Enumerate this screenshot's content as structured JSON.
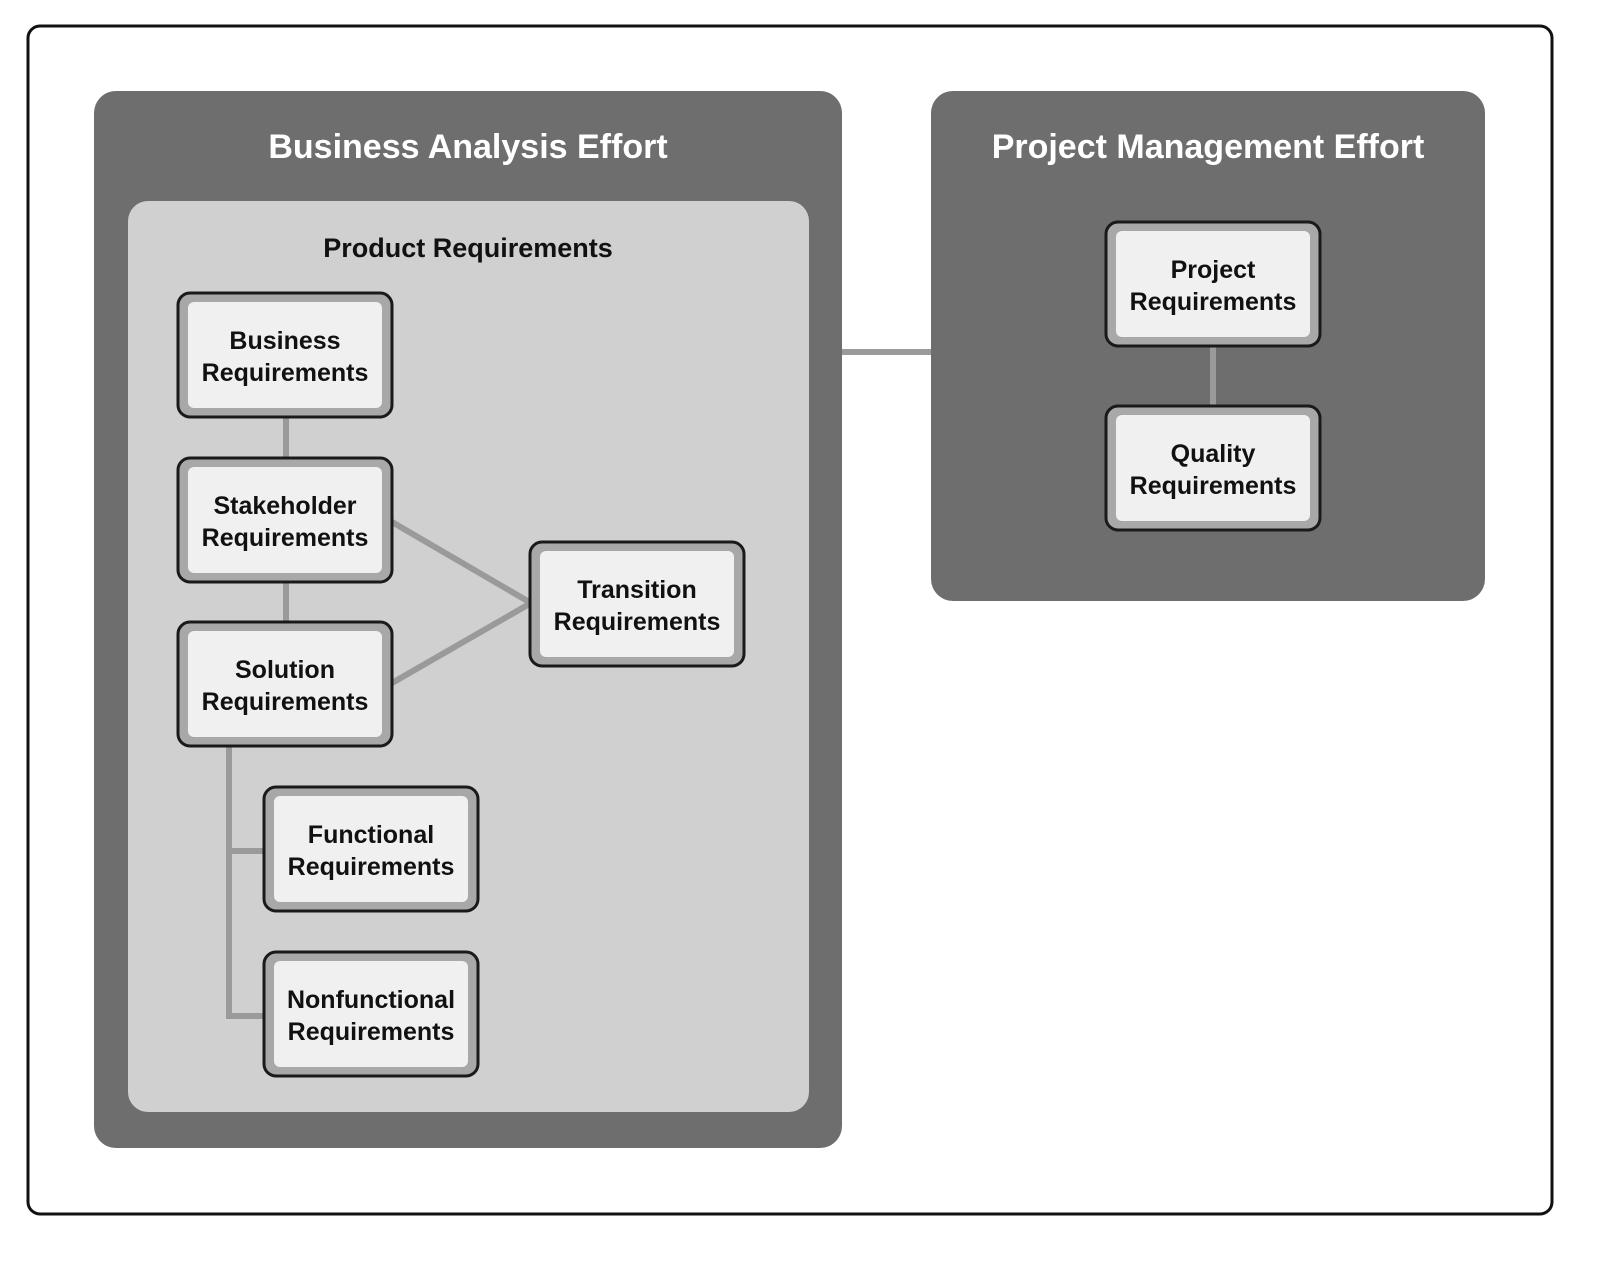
{
  "panels": {
    "business_analysis": {
      "title": "Business Analysis Effort"
    },
    "product_requirements": {
      "title": "Product Requirements"
    },
    "project_management": {
      "title": "Project Management Effort"
    }
  },
  "nodes": {
    "business": {
      "line1": "Business",
      "line2": "Requirements"
    },
    "stakeholder": {
      "line1": "Stakeholder",
      "line2": "Requirements"
    },
    "solution": {
      "line1": "Solution",
      "line2": "Requirements"
    },
    "transition": {
      "line1": "Transition",
      "line2": "Requirements"
    },
    "functional": {
      "line1": "Functional",
      "line2": "Requirements"
    },
    "nonfunctional": {
      "line1": "Nonfunctional",
      "line2": "Requirements"
    },
    "project": {
      "line1": "Project",
      "line2": "Requirements"
    },
    "quality": {
      "line1": "Quality",
      "line2": "Requirements"
    }
  },
  "colors": {
    "frame": "#111111",
    "dark_panel": "#6e6e6e",
    "light_panel": "#d0d0d0",
    "box_fill": "#f0f0f0",
    "box_inner_border": "#a8a8a8",
    "box_outer_border": "#1a1a1a",
    "connector": "#9a9a9a",
    "title_text_light": "#ffffff",
    "title_text_dark": "#111111"
  }
}
